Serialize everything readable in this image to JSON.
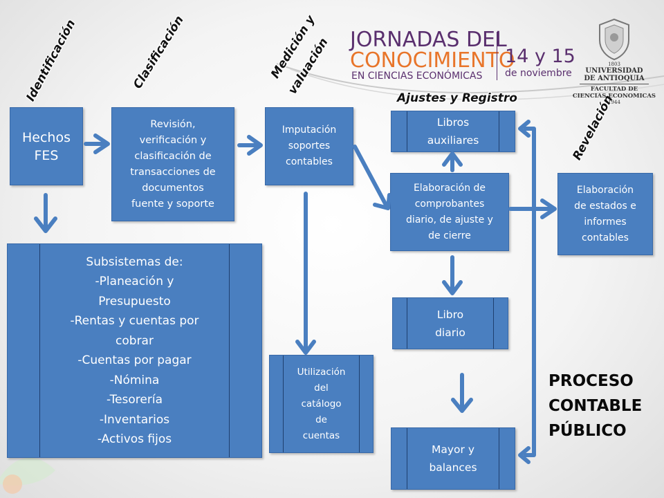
{
  "stages": {
    "identificacion": "Identificación",
    "clasificacion": "Clasificación",
    "medicion_line1": "Medición y",
    "medicion_line2": "valuación",
    "ajustes": "Ajustes y Registro",
    "revelacion": "Revelación"
  },
  "header_logo": {
    "line1": "JORNADAS DEL",
    "line2": "CONOCIMIENTO",
    "line3": "EN CIENCIAS ECONÓMICAS",
    "date_big": "14 y 15",
    "date_small": "de noviembre"
  },
  "university": {
    "year": "1803",
    "line1": "UNIVERSIDAD",
    "line2": "DE ANTIOQUIA",
    "line3": "FACULTAD DE",
    "line4": "CIENCIAS ECONOMICAS",
    "year2": "1944"
  },
  "boxes": {
    "hechos": [
      "Hechos",
      "FES"
    ],
    "revision": [
      "Revisión,",
      "verificación y",
      "clasificación de",
      "transacciones de",
      "documentos",
      "fuente y soporte"
    ],
    "imputacion": [
      "Imputación",
      "soportes",
      "contables"
    ],
    "libros_aux": [
      "Libros",
      "auxiliares"
    ],
    "elaboracion_comp": [
      "Elaboración de",
      "comprobantes",
      "diario, de ajuste y",
      "de cierre"
    ],
    "elaboracion_est": [
      "Elaboración",
      "de estados e",
      "informes",
      "contables"
    ],
    "libro_diario": [
      "Libro",
      "diario"
    ],
    "utilizacion": [
      "Utilización",
      "del",
      "catálogo",
      "de",
      "cuentas"
    ],
    "mayor": [
      "Mayor y",
      "balances"
    ],
    "subsistemas": [
      "Subsistemas de:",
      "-Planeación y",
      "Presupuesto",
      "-Rentas y cuentas por",
      "cobrar",
      "-Cuentas por pagar",
      "-Nómina",
      "-Tesorería",
      "-Inventarios",
      "-Activos fijos"
    ]
  },
  "title": [
    "PROCESO",
    "CONTABLE",
    "PÚBLICO"
  ],
  "colors": {
    "box": "#4a7fc0",
    "arrow": "#4a7fc0",
    "logo_purple": "#5a2f6e",
    "logo_orange": "#e8752a"
  }
}
